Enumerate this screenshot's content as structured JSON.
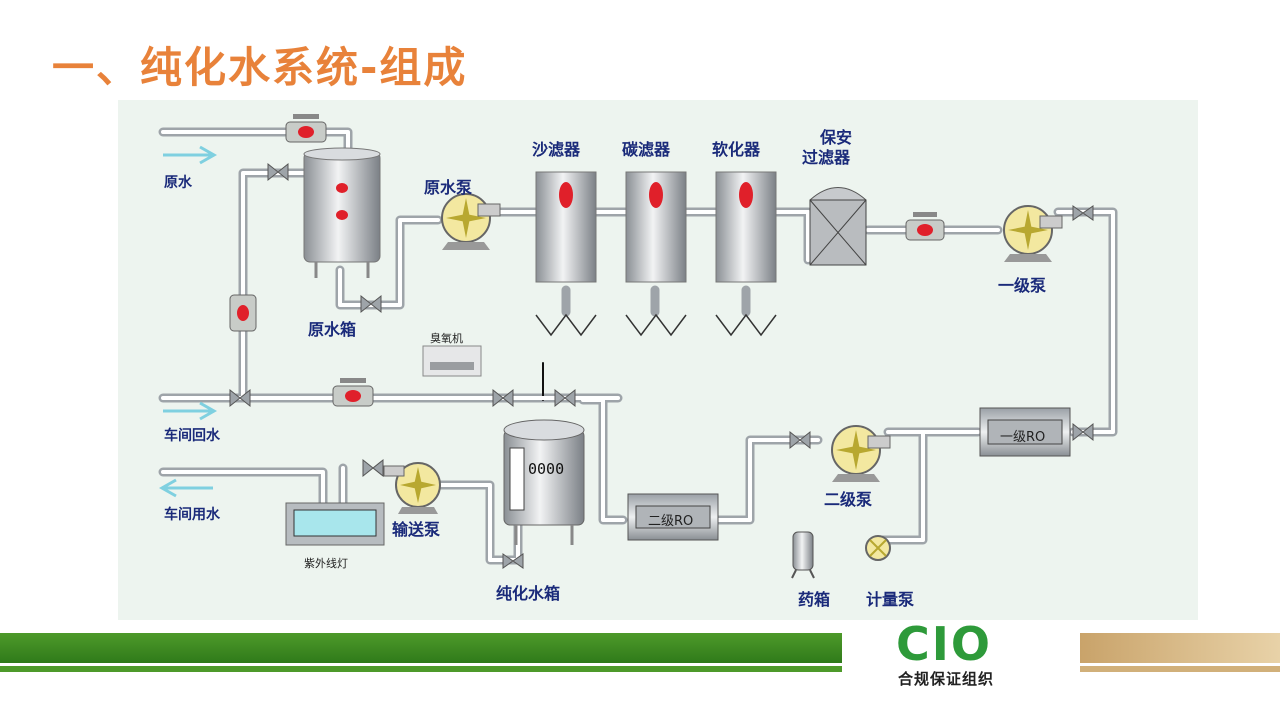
{
  "title": "一、纯化水系统-组成",
  "labels": {
    "raw_water": "原水",
    "raw_pump": "原水泵",
    "sand_filter": "沙滤器",
    "carbon_filter": "碳滤器",
    "softener": "软化器",
    "security_filter_1": "保安",
    "security_filter_2": "过滤器",
    "raw_tank": "原水箱",
    "stage1_pump": "一级泵",
    "ozone_machine": "臭氧机",
    "workshop_return": "车间回水",
    "workshop_use": "车间用水",
    "uv_lamp": "紫外线灯",
    "delivery_pump": "输送泵",
    "pure_water_tank": "纯化水箱",
    "stage2_pump": "二级泵",
    "chem_tank": "药箱",
    "metering_pump": "计量泵",
    "ro1": "一级RO",
    "ro2": "二级RO",
    "tank_display": "0000"
  },
  "logo": {
    "mark": "CIO",
    "subtitle": "合规保证组织"
  },
  "colors": {
    "title": "#e8823a",
    "label": "#1a2a7a",
    "accent_red": "#e0202a",
    "pipe": "#c8ccc8",
    "green_bar": "#4e9a2a",
    "gold_bar": "#c9a36a",
    "logo": "#2e9a3a"
  }
}
